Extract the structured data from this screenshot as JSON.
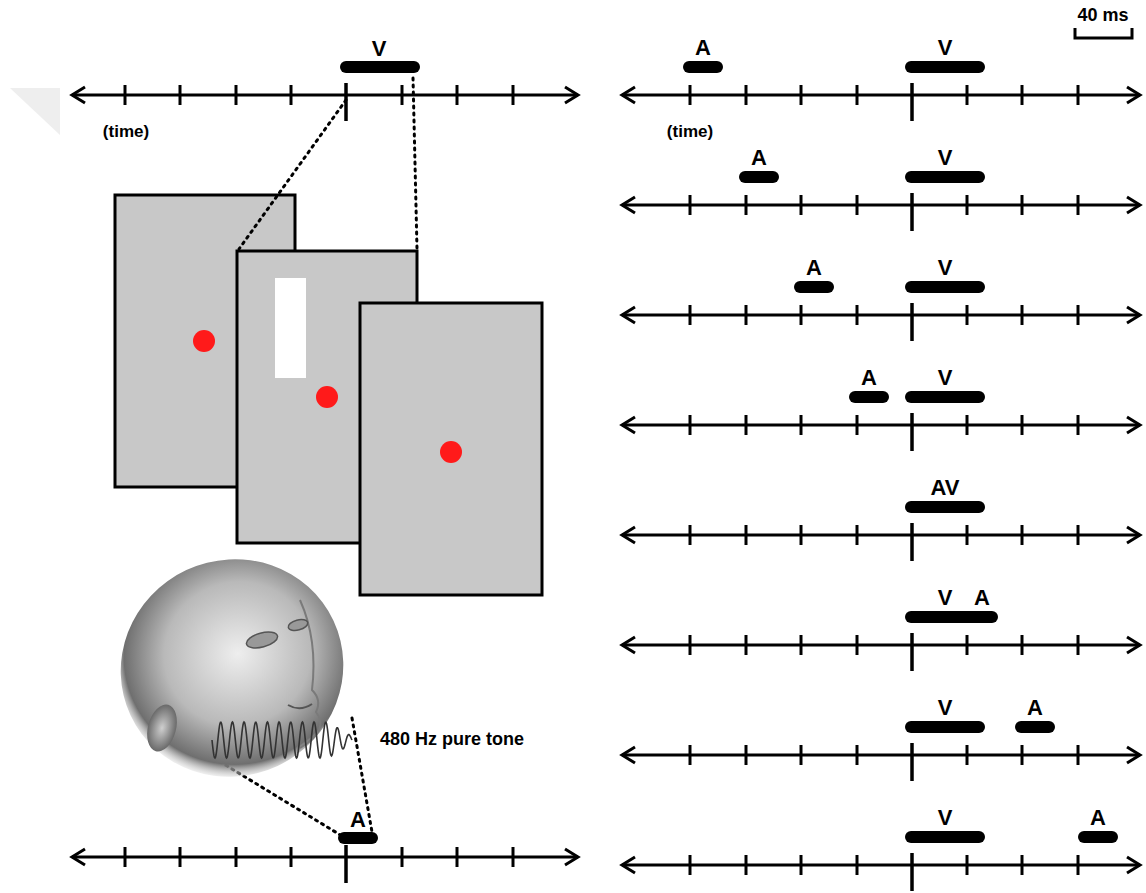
{
  "diagram": {
    "labels": [
      "V",
      "(time)",
      "480 Hz pure tone",
      "A",
      "A",
      "V",
      "40 ms",
      "(time)",
      "A",
      "V",
      "A",
      "V",
      "A",
      "V",
      "AV",
      "V",
      "A",
      "V",
      "A",
      "V",
      "A"
    ]
  }
}
